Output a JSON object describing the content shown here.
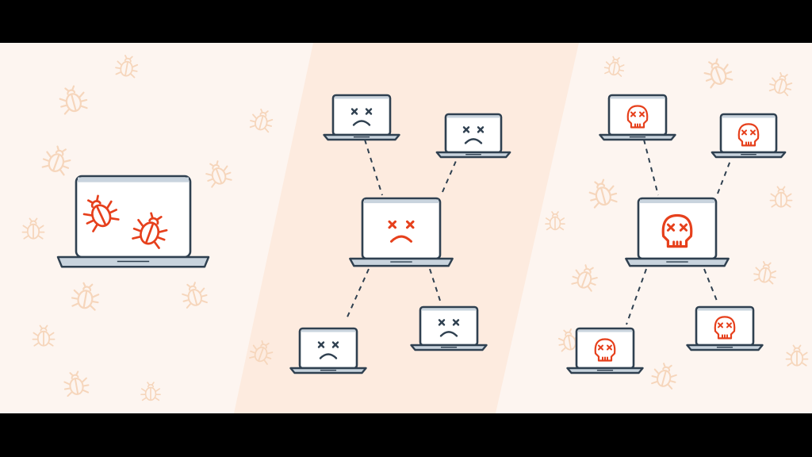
{
  "colors": {
    "band_light": "#fdf5f0",
    "band_mid": "#fdebdf",
    "outline": "#2f4050",
    "screen": "#ffffff",
    "base": "#c9d4de",
    "infected": "#e6401c",
    "bug_faint": "#f6d6bc",
    "letterbox": "#000000"
  },
  "icons": {
    "bug": "bug-icon",
    "sad_face": "sad-face-icon",
    "skull": "skull-icon",
    "laptop": "laptop-icon",
    "connection": "dashed-connection-line"
  },
  "panels": [
    {
      "name": "single-infected-laptop",
      "laptops": 1,
      "screen_icon": "bug-icon",
      "screen_icon_count": 2
    },
    {
      "name": "spreading-network",
      "laptops": 5,
      "hub_icon": "sad-face-icon",
      "hub_icon_color": "infected",
      "node_icon_color": "outline"
    },
    {
      "name": "compromised-network",
      "laptops": 5,
      "screen_icon": "skull-icon",
      "screen_icon_color": "infected"
    }
  ]
}
